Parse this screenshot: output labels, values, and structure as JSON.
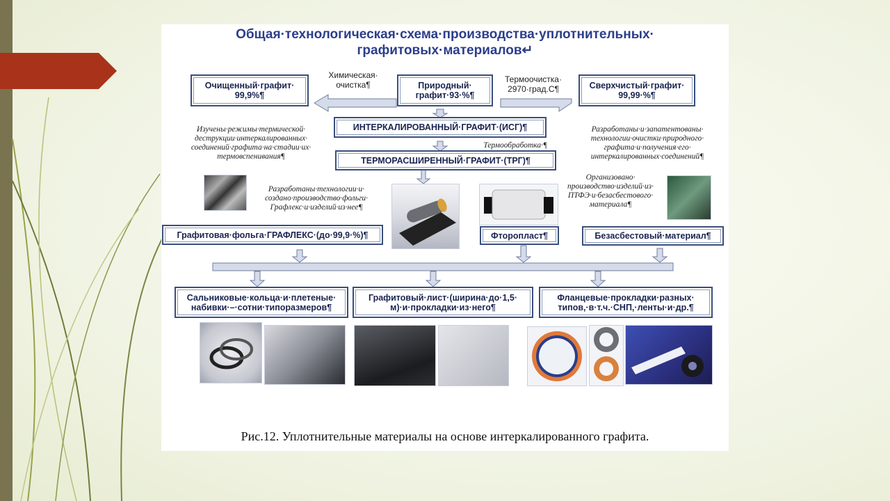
{
  "slide": {
    "title_line1": "Общая·технологическая·схема·производства·уплотнительных·",
    "title_line2": "графитовых·материалов↵",
    "caption": "Рис.12. Уплотнительные материалы на основе интеркалированного графита."
  },
  "boxes": {
    "purified": {
      "line1": "Очищенный·графит·",
      "line2": "99,9%¶"
    },
    "natural": {
      "line1": "Природный·",
      "line2": "графит·93·%¶"
    },
    "ultrapure": {
      "line1": "Сверхчистый·графит·",
      "line2": "99,99·%¶"
    },
    "isg": "ИНТЕРКАЛИРОВАННЫЙ·ГРАФИТ·(ИСГ)¶",
    "trg": "ТЕРМОРАСШИРЕННЫЙ·ГРАФИТ·(ТРГ)¶",
    "foil": "Графитовая·фольга·ГРАФЛЕКС·(до·99,9·%)¶",
    "ptfe": "Фторопласт¶",
    "asbestos_free": "Безасбестовый·материал¶",
    "gland": {
      "line1": "Сальниковые·кольца·и·плетеные·",
      "line2": "набивки·–·сотни·типоразмеров¶"
    },
    "sheet": {
      "line1": "Графитовый·лист·(ширина·до·1,5·",
      "line2": "м)·и·прокладки·из·него¶"
    },
    "flange": {
      "line1": "Фланцевые·прокладки·разных·",
      "line2": "типов,·в·т.ч.·СНП,·ленты·и·др.¶"
    }
  },
  "labels": {
    "chem_line1": "Химическая·",
    "chem_line2": "очистка¶",
    "thermo_line1": "Термоочистка·",
    "thermo_line2": "2970·град.С¶",
    "heat_treatment": "Термообработка·¶"
  },
  "notes": {
    "left_top": [
      "Изучены·режимы·термической·",
      "деструкции·интеркалированных·",
      "соединений·графита·на·стадии·их·",
      "термовспенивания¶"
    ],
    "right_top": [
      "Разработаны·и·запатентованы·",
      "технологии·очистки·природного·",
      "графита·и·получения·его·",
      "интеркалированных·соединений¶"
    ],
    "foil_tech": [
      "Разработаны·технологии·и·",
      "создано·производство·фольги·",
      "Графлекс·и·изделий·из·нее¶"
    ],
    "production": [
      "Организовано·",
      "производство·изделий·из·",
      "ПТФЭ·и·безасбестового·",
      "материала¶"
    ]
  },
  "colors": {
    "title": "#2b3e8a",
    "box_border": "#3a4f7a",
    "arrow_fill": "#d5dbe9",
    "arrow_stroke": "#6f7ea0",
    "accent_red": "#a8331a",
    "strip": "#7a7350"
  }
}
